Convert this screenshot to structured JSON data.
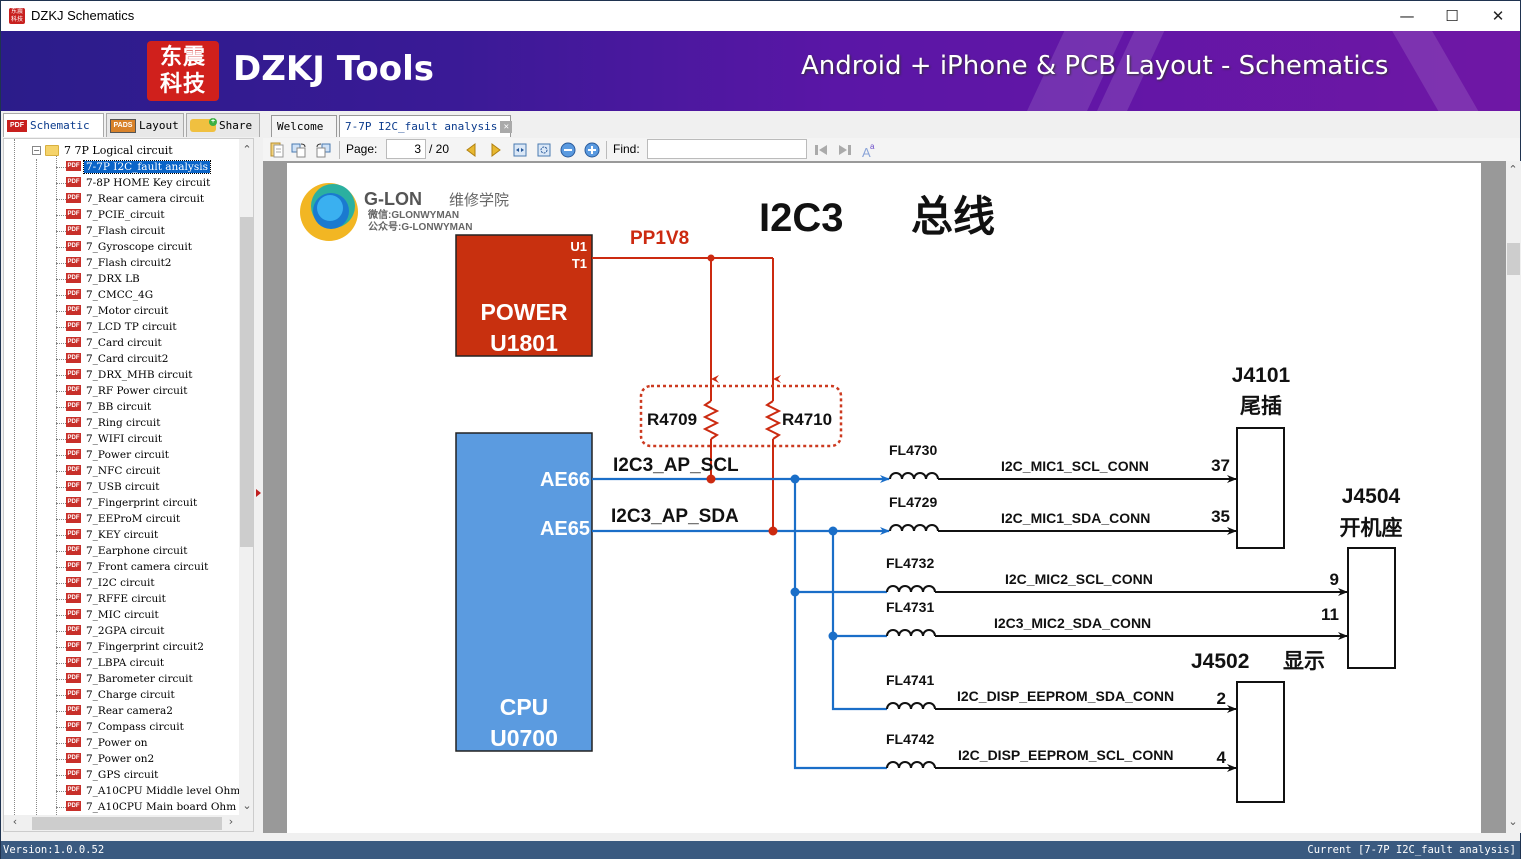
{
  "window": {
    "title": "DZKJ Schematics",
    "app_icon_text": "东震科技",
    "controls": {
      "minimize": "—",
      "maximize": "☐",
      "close": "✕"
    }
  },
  "banner": {
    "logo_line1": "东震",
    "logo_line2": "科技",
    "brand": "DZKJ Tools",
    "tagline": "Android + iPhone & PCB Layout - Schematics"
  },
  "left_tabs": [
    {
      "label": "Schematic",
      "icon": "pdf-icon",
      "icon_text": "PDF",
      "active": true
    },
    {
      "label": "Layout",
      "icon": "pads-icon",
      "icon_text": "PADS",
      "active": false
    },
    {
      "label": "Share",
      "icon": "cloud-folder-icon",
      "icon_text": "",
      "active": false
    }
  ],
  "doc_tabs": [
    {
      "label": "Welcome",
      "active": false
    },
    {
      "label": "7-7P I2C_fault analysis",
      "active": true,
      "closable": true
    }
  ],
  "tree": {
    "root": "7 7P Logical circuit",
    "items": [
      "7-7P I2C_fault analysis",
      "7-8P HOME Key circuit",
      "7_Rear camera circuit",
      "7_PCIE_circuit",
      "7_Flash circuit",
      "7_Gyroscope circuit",
      "7_Flash circuit2",
      "7_DRX LB",
      "7_CMCC_4G",
      "7_Motor circuit",
      "7_LCD TP circuit",
      "7_Card circuit",
      "7_Card circuit2",
      "7_DRX_MHB circuit",
      "7_RF Power circuit",
      "7_BB circuit",
      "7_Ring circuit",
      "7_WIFI circuit",
      "7_Power circuit",
      "7_NFC circuit",
      "7_USB circuit",
      "7_Fingerprint circuit",
      "7_EEProM circuit",
      "7_KEY circuit",
      "7_Earphone circuit",
      "7_Front camera circuit",
      "7_I2C circuit",
      "7_RFFE circuit",
      "7_MIC circuit",
      "7_2GPA circuit",
      "7_Fingerprint circuit2",
      "7_LBPA circuit",
      "7_Barometer circuit",
      "7_Charge circuit",
      "7_Rear camera2",
      "7_Compass circuit",
      "7_Power on",
      "7_Power on2",
      "7_GPS circuit",
      "7_A10CPU Middle level Ohm",
      "7_A10CPU Main board Ohm"
    ],
    "selected_index": 0
  },
  "toolbar": {
    "page_label": "Page:",
    "page_current": "3",
    "page_total": "/ 20",
    "find_label": "Find:",
    "find_value": ""
  },
  "schematic": {
    "watermark": {
      "name": "G-LON",
      "name_cn": "维修学院",
      "wechat": "微信:GLONWYMAN",
      "public": "公众号:G-LONWYMAN"
    },
    "title_en": "I2C3",
    "title_cn": "总线",
    "power_rail": "PP1V8",
    "power_block": {
      "line1": "POWER",
      "line2": "U1801",
      "pin1": "U1",
      "pin2": "T1"
    },
    "cpu_block": {
      "line1": "CPU",
      "line2": "U0700",
      "pin_scl": "AE66",
      "pin_sda": "AE65"
    },
    "resistors": [
      "R4709",
      "R4710"
    ],
    "nets": {
      "scl": "I2C3_AP_SCL",
      "sda": "I2C3_AP_SDA"
    },
    "filters": [
      {
        "ref": "FL4730",
        "net": "I2C_MIC1_SCL_CONN",
        "pin": "37"
      },
      {
        "ref": "FL4729",
        "net": "I2C_MIC1_SDA_CONN",
        "pin": "35"
      },
      {
        "ref": "FL4732",
        "net": "I2C_MIC2_SCL_CONN",
        "pin": "9"
      },
      {
        "ref": "FL4731",
        "net": "I2C3_MIC2_SDA_CONN",
        "pin": "11"
      },
      {
        "ref": "FL4741",
        "net": "I2C_DISP_EEPROM_SDA_CONN",
        "pin": "2"
      },
      {
        "ref": "FL4742",
        "net": "I2C_DISP_EEPROM_SCL_CONN",
        "pin": "4"
      }
    ],
    "connectors": {
      "j4101": {
        "ref": "J4101",
        "desc": "尾插"
      },
      "j4504": {
        "ref": "J4504",
        "desc": "开机座"
      },
      "j4502": {
        "ref": "J4502",
        "desc": "显示"
      }
    },
    "colors": {
      "power": "#cc2a10",
      "signal": "#1a6ec8",
      "cpu_fill": "#5b9be0",
      "power_fill": "#c8300f"
    }
  },
  "status": {
    "version": "Version:1.0.0.52",
    "current": "Current [7-7P I2C_fault analysis]"
  }
}
